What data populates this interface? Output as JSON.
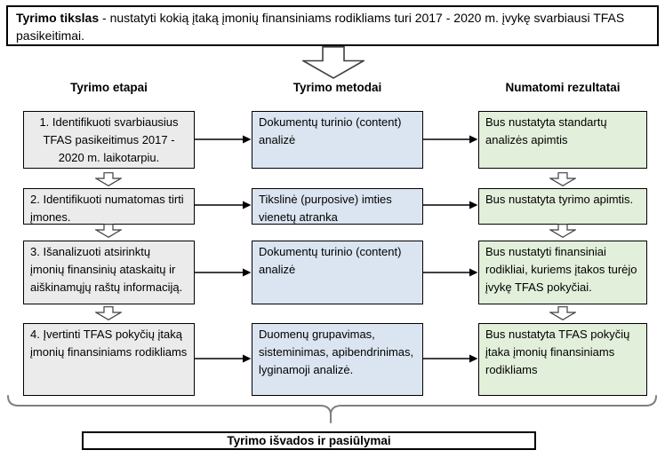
{
  "goal": {
    "label": "Tyrimo tikslas",
    "text": " - nustatyti kokią įtaką įmonių finansiniams rodikliams turi 2017 - 2020 m. įvykę svarbiausi TFAS pasikeitimai."
  },
  "columns": {
    "etapai": "Tyrimo etapai",
    "metodai": "Tyrimo metodai",
    "rezultatai": "Numatomi rezultatai"
  },
  "rows": [
    {
      "etapas": "1. Identifikuoti svarbiausius TFAS pasikeitimus 2017 - 2020 m. laikotarpiu.",
      "metodas": "Dokumentų turinio (content) analizė",
      "rezultatas": "Bus nustatyta standartų analizės apimtis"
    },
    {
      "etapas": "2.  Identifikuoti numatomas tirti įmones.",
      "metodas": "Tikslinė (purposive) imties vienetų atranka",
      "rezultatas": "Bus nustatyta tyrimo apimtis."
    },
    {
      "etapas": "3. Išanalizuoti atsirinktų įmonių finansinių ataskaitų ir aiškinamųjų raštų informaciją.",
      "metodas": "Dokumentų turinio (content) analizė",
      "rezultatas": "Bus nustatyti finansiniai rodikliai, kuriems įtakos turėjo įvykę TFAS pokyčiai."
    },
    {
      "etapas": "4. Įvertinti TFAS pokyčių įtaką įmonių finansiniams rodikliams",
      "metodas": "Duomenų grupavimas, sisteminimas, apibendrinimas, lyginamoji analizė.",
      "rezultatas": "Bus nustatyta TFAS pokyčių įtaka įmonių finansiniams rodikliams"
    }
  ],
  "footer": {
    "label": "Tyrimo išvados ir pasiūlymai"
  },
  "colors": {
    "etapai_bg": "#ebebeb",
    "metodai_bg": "#dbe5f1",
    "rezultatai_bg": "#e2efda",
    "border": "#000000",
    "brace": "#808080"
  }
}
